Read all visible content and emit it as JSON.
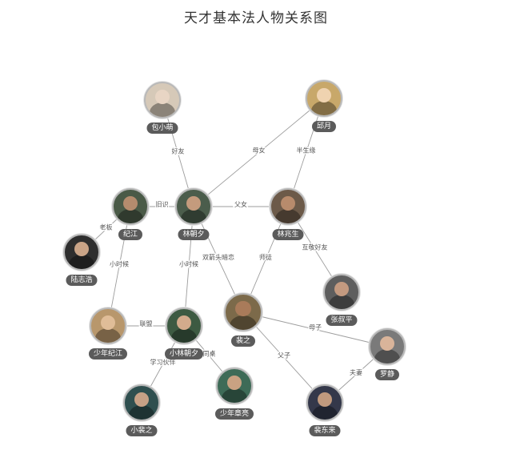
{
  "title": "天才基本法人物关系图",
  "nodes": [
    {
      "id": "bao",
      "name": "包小萌",
      "color": "#d6c9b8",
      "skin": "#e8d5c4"
    },
    {
      "id": "qiu",
      "name": "邱月",
      "color": "#c8a86a",
      "skin": "#efd3b0"
    },
    {
      "id": "jijiang",
      "name": "纪江",
      "color": "#4a5a47",
      "skin": "#b58c6e"
    },
    {
      "id": "lzx",
      "name": "林朝夕",
      "color": "#4b5d4c",
      "skin": "#c49b7d"
    },
    {
      "id": "lzs",
      "name": "林兆生",
      "color": "#6c5a49",
      "skin": "#b88b6c"
    },
    {
      "id": "luzh",
      "name": "陆志浩",
      "color": "#2e2e2e",
      "skin": "#caa487"
    },
    {
      "id": "zsp",
      "name": "张叔平",
      "color": "#5e5e5e",
      "skin": "#c49a80"
    },
    {
      "id": "pei",
      "name": "裴之",
      "color": "#7c6a4a",
      "skin": "#a97b5a"
    },
    {
      "id": "snjj",
      "name": "少年纪江",
      "color": "#b8976c",
      "skin": "#e0bd98"
    },
    {
      "id": "xlzx",
      "name": "小林朝夕",
      "color": "#3d5a42",
      "skin": "#d3ab8c"
    },
    {
      "id": "luojing",
      "name": "罗静",
      "color": "#7a7a7a",
      "skin": "#d9b49a"
    },
    {
      "id": "sn_zl",
      "name": "少年章亮",
      "color": "#3e6b57",
      "skin": "#c9a282"
    },
    {
      "id": "xpz",
      "name": "小裴之",
      "color": "#2f4f4f",
      "skin": "#c7a186"
    },
    {
      "id": "pdl",
      "name": "裴东来",
      "color": "#34384a",
      "skin": "#c19a7e"
    }
  ],
  "links": [
    {
      "source": "bao",
      "target": "lzx",
      "label": "好友"
    },
    {
      "source": "qiu",
      "target": "lzx",
      "label": "母女"
    },
    {
      "source": "qiu",
      "target": "lzs",
      "label": "半生缘"
    },
    {
      "source": "jijiang",
      "target": "lzx",
      "label": "旧识"
    },
    {
      "source": "lzx",
      "target": "lzs",
      "label": "父女"
    },
    {
      "source": "jijiang",
      "target": "luzh",
      "label": "老板"
    },
    {
      "source": "jijiang",
      "target": "snjj",
      "label": "小时候"
    },
    {
      "source": "lzx",
      "target": "xlzx",
      "label": "小时候"
    },
    {
      "source": "lzx",
      "target": "pei",
      "label": "双箭头暗恋"
    },
    {
      "source": "lzs",
      "target": "pei",
      "label": "师徒"
    },
    {
      "source": "lzs",
      "target": "zsp",
      "label": "互敬好友"
    },
    {
      "source": "snjj",
      "target": "xlzx",
      "label": "联盟"
    },
    {
      "source": "pei",
      "target": "luojing",
      "label": "母子"
    },
    {
      "source": "pei",
      "target": "pdl",
      "label": "父子"
    },
    {
      "source": "luojing",
      "target": "pdl",
      "label": "夫妻"
    },
    {
      "source": "xlzx",
      "target": "xpz",
      "label": "学习伙伴"
    },
    {
      "source": "xlzx",
      "target": "sn_zl",
      "label": "同桌"
    }
  ]
}
